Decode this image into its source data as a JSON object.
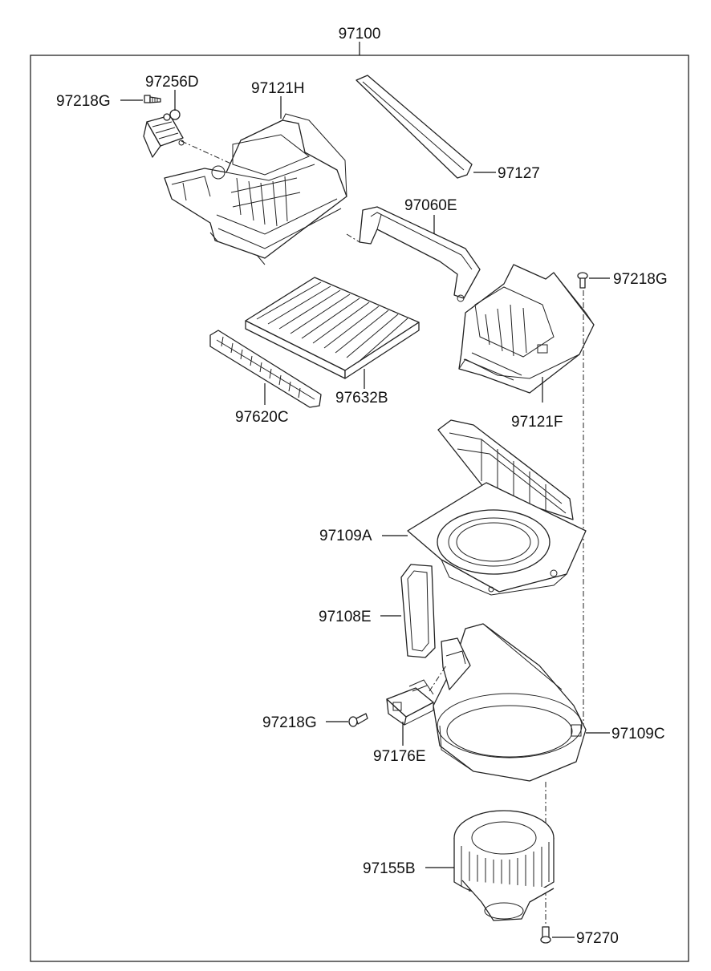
{
  "diagram": {
    "assembly_label": "97100",
    "parts": [
      {
        "id": "97218G_top_left",
        "label": "97218G"
      },
      {
        "id": "97256D",
        "label": "97256D"
      },
      {
        "id": "97121H",
        "label": "97121H"
      },
      {
        "id": "97127",
        "label": "97127"
      },
      {
        "id": "97060E",
        "label": "97060E"
      },
      {
        "id": "97218G_top_right",
        "label": "97218G"
      },
      {
        "id": "97632B",
        "label": "97632B"
      },
      {
        "id": "97620C",
        "label": "97620C"
      },
      {
        "id": "97121F",
        "label": "97121F"
      },
      {
        "id": "97109A",
        "label": "97109A"
      },
      {
        "id": "97108E",
        "label": "97108E"
      },
      {
        "id": "97218G_bottom",
        "label": "97218G"
      },
      {
        "id": "97109C",
        "label": "97109C"
      },
      {
        "id": "97176E",
        "label": "97176E"
      },
      {
        "id": "97155B",
        "label": "97155B"
      },
      {
        "id": "97270",
        "label": "97270"
      }
    ]
  }
}
